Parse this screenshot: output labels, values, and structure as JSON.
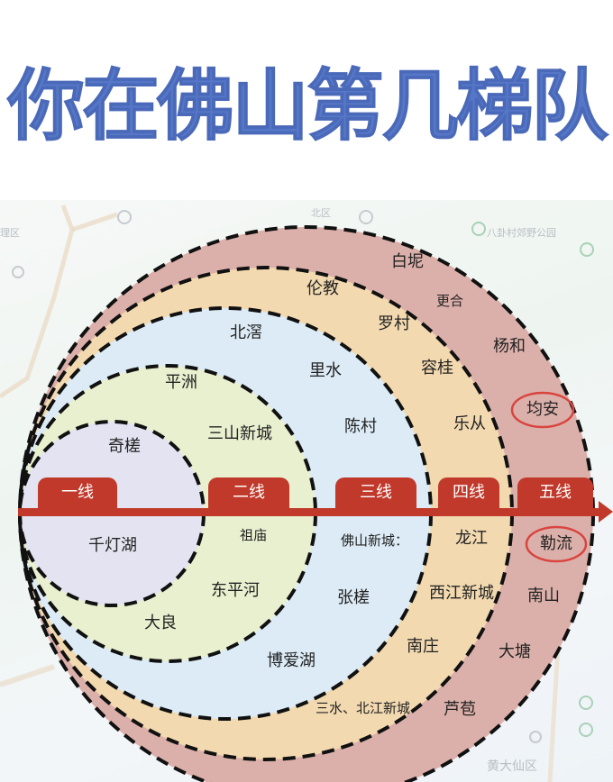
{
  "title": "你在佛山第几梯队",
  "colors": {
    "title": "#5677c8",
    "ring1": "#e4e3f1",
    "ring2": "#e9f0cf",
    "ring3": "#dcebf5",
    "ring4": "#f2d9b0",
    "ring5": "#dcb0aa",
    "axis": "#c0392b",
    "highlight_circle": "#d9443f"
  },
  "tiers": [
    {
      "label": "一线",
      "areas": [
        "奇槎",
        "千灯湖"
      ]
    },
    {
      "label": "二线",
      "areas": [
        "平洲",
        "三山新城",
        "祖庙",
        "东平河",
        "大良"
      ]
    },
    {
      "label": "三线",
      "areas": [
        "北滘",
        "里水",
        "陈村",
        "佛山新城：",
        "张槎",
        "博爱湖",
        "三水、北江新城"
      ]
    },
    {
      "label": "四线",
      "areas": [
        "伦教",
        "罗村",
        "容桂",
        "乐从",
        "龙江",
        "西江新城",
        "南庄"
      ]
    },
    {
      "label": "五线",
      "areas": [
        "白坭",
        "更合",
        "杨和",
        "均安",
        "勒流",
        "南山",
        "大塘",
        "芦苞"
      ]
    }
  ],
  "highlighted_areas": [
    "均安",
    "勒流"
  ],
  "background_map_labels": [
    "理区",
    "北区",
    "八卦村郊野公园",
    "黄大仙区"
  ],
  "chart_data": {
    "type": "diagram",
    "title": "你在佛山第几梯队",
    "structure": "nested tangent circles (5 rings) with horizontal arrow axis",
    "tiers": [
      {
        "tier": "一线",
        "order": 1,
        "areas": [
          "奇槎",
          "千灯湖"
        ]
      },
      {
        "tier": "二线",
        "order": 2,
        "areas": [
          "平洲",
          "三山新城",
          "祖庙",
          "东平河",
          "大良"
        ]
      },
      {
        "tier": "三线",
        "order": 3,
        "areas": [
          "北滘",
          "里水",
          "陈村",
          "佛山新城",
          "张槎",
          "博爱湖",
          "三水、北江新城"
        ]
      },
      {
        "tier": "四线",
        "order": 4,
        "areas": [
          "伦教",
          "罗村",
          "容桂",
          "乐从",
          "龙江",
          "西江新城",
          "南庄"
        ]
      },
      {
        "tier": "五线",
        "order": 5,
        "areas": [
          "白坭",
          "更合",
          "杨和",
          "均安",
          "勒流",
          "南山",
          "大塘",
          "芦苞"
        ]
      }
    ],
    "annotations": [
      "均安 circled in red",
      "勒流 circled in red"
    ]
  }
}
